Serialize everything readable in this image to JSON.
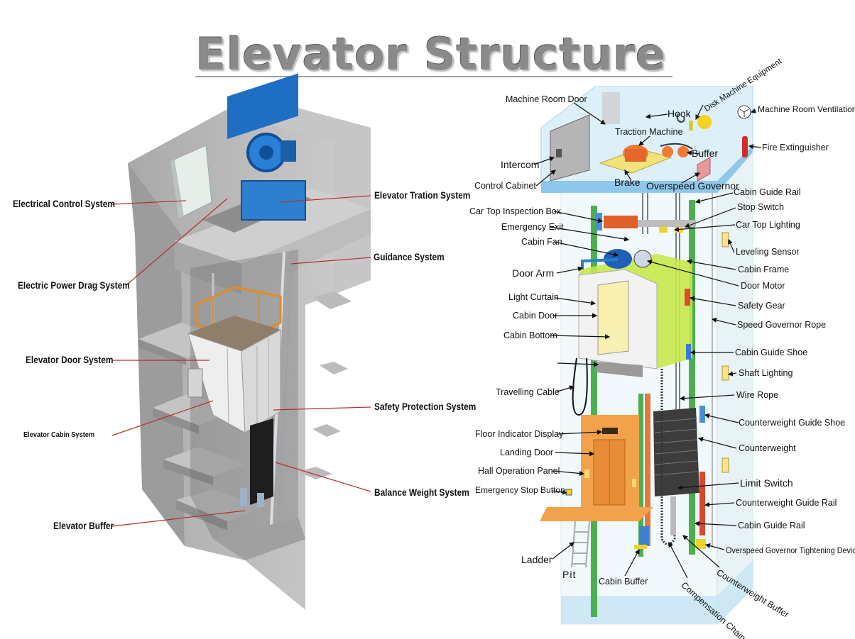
{
  "title": "Elevator Structure",
  "left_labels": {
    "electrical_control": "Electrical Control System",
    "power_drag": "Electric Power Drag System",
    "door_system": "Elevator Door System",
    "cabin_system": "Elevator Cabin System",
    "buffer": "Elevator Buffer",
    "traction": "Elevator Tration System",
    "guidance": "Guidance System",
    "safety": "Safety Protection System",
    "balance": "Balance Weight System"
  },
  "right_labels": {
    "machine_room_door": "Machine Room Door",
    "hook": "Hook",
    "disk_machine": "Disk Machine Equipment",
    "machine_room_ventilation": "Machine Room Ventilation",
    "traction_machine": "Traction Machine",
    "fire_extinguisher": "Fire Extinguisher",
    "intercom": "Intercom",
    "buffer": "Buffer",
    "control_cabinet": "Control Cabinet",
    "brake": "Brake",
    "overspeed_governor": "Overspeed Governor",
    "cabin_guide_rail_top": "Cabin Guide Rail",
    "car_top_inspection_box": "Car Top Inspection Box",
    "stop_switch": "Stop Switch",
    "emergency_exit": "Emergency Exit",
    "car_top_lighting": "Car Top Lighting",
    "cabin_fan": "Cabin Fan",
    "leveling_sensor": "Leveling Sensor",
    "door_arm": "Door Arm",
    "cabin_frame": "Cabin Frame",
    "door_motor": "Door Motor",
    "light_curtain": "Light Curtain",
    "safety_gear": "Safety Gear",
    "cabin_door": "Cabin Door",
    "speed_governor_rope": "Speed Governor Rope",
    "cabin_bottom": "Cabin Bottom",
    "cabin_guide_shoe": "Cabin Guide Shoe",
    "shaft_lighting": "Shaft  Lighting",
    "travelling_cable": "Travelling Cable",
    "wire_rope": "Wire Rope",
    "counterweight_guide_shoe": "Counterweight Guide Shoe",
    "floor_indicator": "Floor Indicator Display",
    "counterweight": "Counterweight",
    "landing_door": "Landing Door",
    "hall_operation_panel": "Hall Operation Panel",
    "limit_switch": "Limit Switch",
    "emergency_stop_button": "Emergency Stop Button",
    "counterweight_guide_rail": "Counterweight Guide Rail",
    "cabin_guide_rail_bottom": "Cabin Guide Rail",
    "overspeed_tightening": "Overspeed Governor Tightening Device",
    "ladder": "Ladder",
    "pit": "Pit",
    "cabin_buffer": "Cabin Buffer",
    "compensation_chain": "Compensation Chain",
    "counterweight_buffer": "Counterweight Buffer"
  },
  "colors": {
    "title_gray": "#8a8a8a",
    "leader_red": "#b0322a",
    "shaft_blue": "#bfe3f2",
    "rail_green": "#4caf50",
    "cabin_green": "#c6e84a",
    "door_orange": "#f2a24a",
    "machine_blue": "#1e6fc4",
    "concrete": "#b9b9b9"
  }
}
